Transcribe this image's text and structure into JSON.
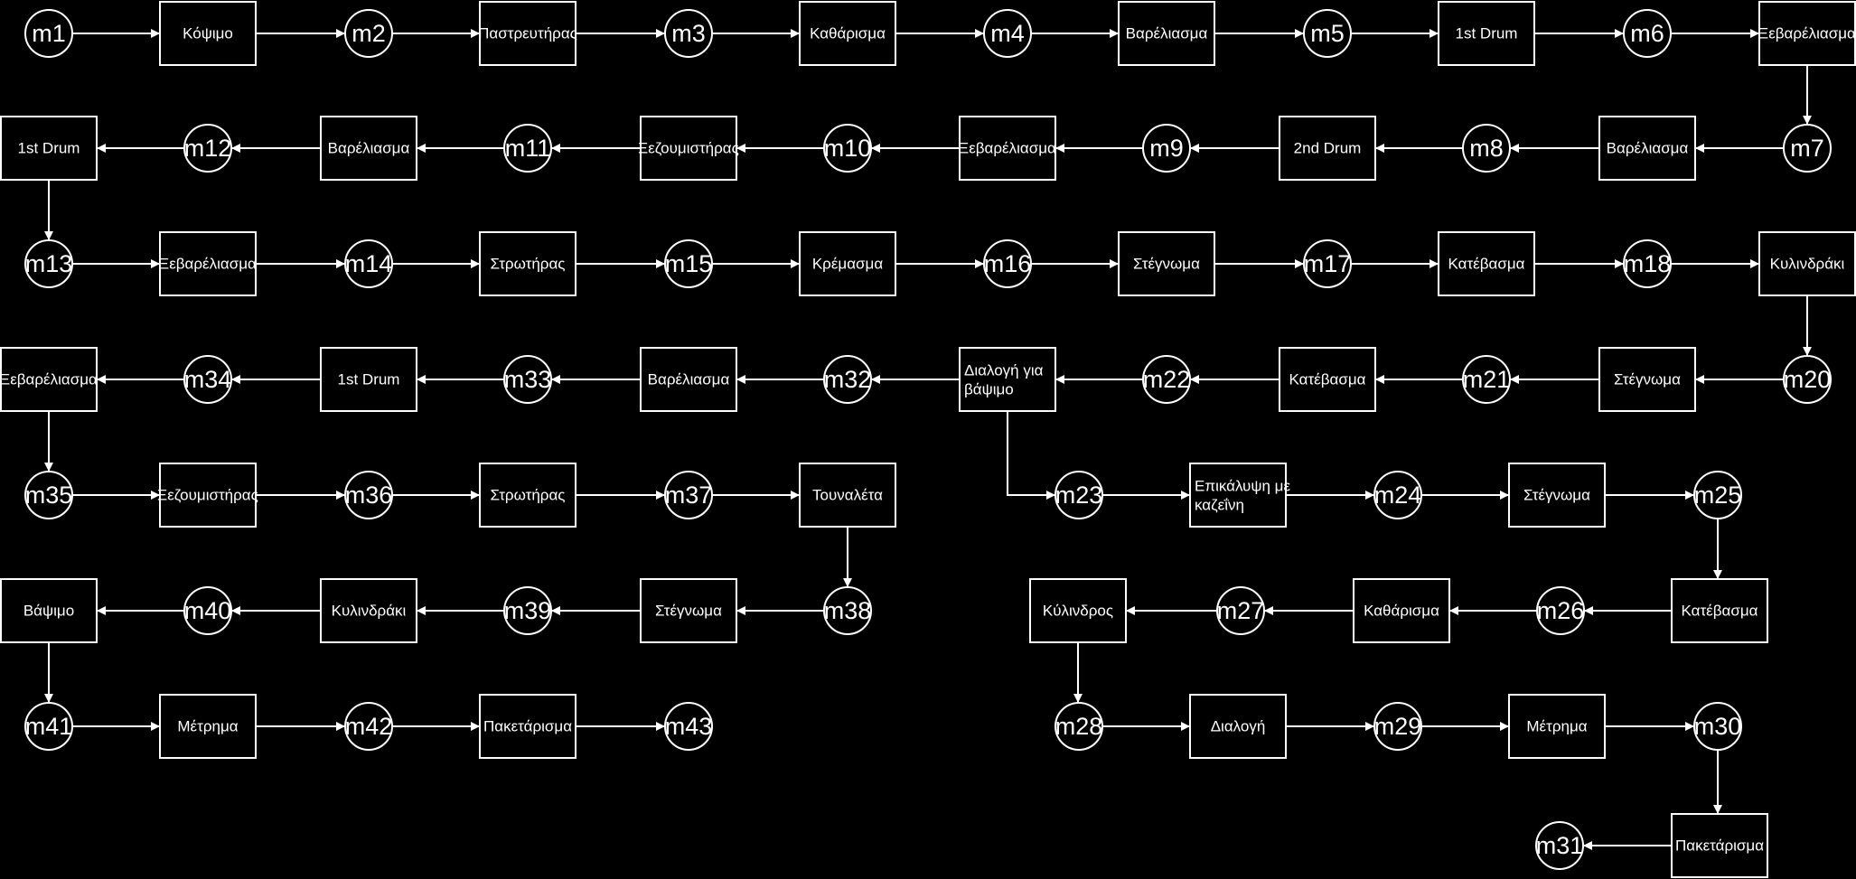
{
  "diagram": {
    "nodes": [
      {
        "id": "m1",
        "kind": "state",
        "label": "m1"
      },
      {
        "id": "r_1_1",
        "kind": "process",
        "label": "Κόψιμο"
      },
      {
        "id": "m2",
        "kind": "state",
        "label": "m2"
      },
      {
        "id": "r_1_2",
        "kind": "process",
        "label": "Παστρευτήρας"
      },
      {
        "id": "m3",
        "kind": "state",
        "label": "m3"
      },
      {
        "id": "r_1_3",
        "kind": "process",
        "label": "Καθάρισμα"
      },
      {
        "id": "m4",
        "kind": "state",
        "label": "m4"
      },
      {
        "id": "r_1_4",
        "kind": "process",
        "label": "Βαρέλιασμα"
      },
      {
        "id": "m5",
        "kind": "state",
        "label": "m5"
      },
      {
        "id": "r_1_5",
        "kind": "process",
        "label": "1st Drum"
      },
      {
        "id": "m6",
        "kind": "state",
        "label": "m6"
      },
      {
        "id": "r_1_6",
        "kind": "process",
        "label": "Ξεβαρέλιασμα"
      },
      {
        "id": "m7",
        "kind": "state",
        "label": "m7"
      },
      {
        "id": "r_2_1",
        "kind": "process",
        "label": "Βαρέλιασμα"
      },
      {
        "id": "m8",
        "kind": "state",
        "label": "m8"
      },
      {
        "id": "r_2_2",
        "kind": "process",
        "label": "2nd Drum"
      },
      {
        "id": "m9",
        "kind": "state",
        "label": "m9"
      },
      {
        "id": "r_2_3",
        "kind": "process",
        "label": "Ξεβαρέλιασμα"
      },
      {
        "id": "m10",
        "kind": "state",
        "label": "m10"
      },
      {
        "id": "r_2_4",
        "kind": "process",
        "label": "Ξεζουμιστήρας"
      },
      {
        "id": "m11",
        "kind": "state",
        "label": "m11"
      },
      {
        "id": "r_2_5",
        "kind": "process",
        "label": "Βαρέλιασμα"
      },
      {
        "id": "m12",
        "kind": "state",
        "label": "m12"
      },
      {
        "id": "r_2_6",
        "kind": "process",
        "label": "1st Drum"
      },
      {
        "id": "m13",
        "kind": "state",
        "label": "m13"
      },
      {
        "id": "r_3_1",
        "kind": "process",
        "label": "Ξεβαρέλιασμα"
      },
      {
        "id": "m14",
        "kind": "state",
        "label": "m14"
      },
      {
        "id": "r_3_2",
        "kind": "process",
        "label": "Στρωτήρας"
      },
      {
        "id": "m15",
        "kind": "state",
        "label": "m15"
      },
      {
        "id": "r_3_3",
        "kind": "process",
        "label": "Κρέμασμα"
      },
      {
        "id": "m16",
        "kind": "state",
        "label": "m16"
      },
      {
        "id": "r_3_4",
        "kind": "process",
        "label": "Στέγνωμα"
      },
      {
        "id": "m17",
        "kind": "state",
        "label": "m17"
      },
      {
        "id": "r_3_5",
        "kind": "process",
        "label": "Κατέβασμα"
      },
      {
        "id": "m18",
        "kind": "state",
        "label": "m18"
      },
      {
        "id": "r_3_6",
        "kind": "process",
        "label": "Κυλινδράκι"
      },
      {
        "id": "m20",
        "kind": "state",
        "label": "m20"
      },
      {
        "id": "r_4_1",
        "kind": "process",
        "label": "Στέγνωμα"
      },
      {
        "id": "m21",
        "kind": "state",
        "label": "m21"
      },
      {
        "id": "r_4_2",
        "kind": "process",
        "label": "Κατέβασμα"
      },
      {
        "id": "m22",
        "kind": "state",
        "label": "m22"
      },
      {
        "id": "r_4_3",
        "kind": "process",
        "label": "Διαλογή για βάψιμο",
        "lines": [
          "Διαλογή για",
          "βάψιμο"
        ]
      },
      {
        "id": "m32",
        "kind": "state",
        "label": "m32"
      },
      {
        "id": "r_4_4",
        "kind": "process",
        "label": "Βαρέλιασμα"
      },
      {
        "id": "m33",
        "kind": "state",
        "label": "m33"
      },
      {
        "id": "r_4_5",
        "kind": "process",
        "label": "1st Drum"
      },
      {
        "id": "m34",
        "kind": "state",
        "label": "m34"
      },
      {
        "id": "r_4_6",
        "kind": "process",
        "label": "Ξεβαρέλιασμα"
      },
      {
        "id": "m35",
        "kind": "state",
        "label": "m35"
      },
      {
        "id": "r_5_1",
        "kind": "process",
        "label": "Ξεζουμιστήρας"
      },
      {
        "id": "m36",
        "kind": "state",
        "label": "m36"
      },
      {
        "id": "r_5_2",
        "kind": "process",
        "label": "Στρωτήρας"
      },
      {
        "id": "m37",
        "kind": "state",
        "label": "m37"
      },
      {
        "id": "r_5_3",
        "kind": "process",
        "label": "Τουναλέτα"
      },
      {
        "id": "m38",
        "kind": "state",
        "label": "m38"
      },
      {
        "id": "r_6_1",
        "kind": "process",
        "label": "Στέγνωμα"
      },
      {
        "id": "m39",
        "kind": "state",
        "label": "m39"
      },
      {
        "id": "r_6_2",
        "kind": "process",
        "label": "Κυλινδράκι"
      },
      {
        "id": "m40",
        "kind": "state",
        "label": "m40"
      },
      {
        "id": "r_6_3",
        "kind": "process",
        "label": "Βάψιμο"
      },
      {
        "id": "m41",
        "kind": "state",
        "label": "m41"
      },
      {
        "id": "r_7_1",
        "kind": "process",
        "label": "Μέτρημα"
      },
      {
        "id": "m42",
        "kind": "state",
        "label": "m42"
      },
      {
        "id": "r_7_2",
        "kind": "process",
        "label": "Πακετάρισμα"
      },
      {
        "id": "m43",
        "kind": "state",
        "label": "m43"
      },
      {
        "id": "m23",
        "kind": "state",
        "label": "m23"
      },
      {
        "id": "r_b1_1",
        "kind": "process",
        "label": "Επικάλυψη με καζεΐνη",
        "lines": [
          "Επικάλυψη με",
          "καζεΐνη"
        ]
      },
      {
        "id": "m24",
        "kind": "state",
        "label": "m24"
      },
      {
        "id": "r_b1_2",
        "kind": "process",
        "label": "Στέγνωμα"
      },
      {
        "id": "m25",
        "kind": "state",
        "label": "m25"
      },
      {
        "id": "r_b2_1",
        "kind": "process",
        "label": "Κατέβασμα"
      },
      {
        "id": "m26",
        "kind": "state",
        "label": "m26"
      },
      {
        "id": "r_b2_2",
        "kind": "process",
        "label": "Καθάρισμα"
      },
      {
        "id": "m27",
        "kind": "state",
        "label": "m27"
      },
      {
        "id": "r_b2_3",
        "kind": "process",
        "label": "Κύλινδρος"
      },
      {
        "id": "m28",
        "kind": "state",
        "label": "m28"
      },
      {
        "id": "r_b3_1",
        "kind": "process",
        "label": "Διαλογή"
      },
      {
        "id": "m29",
        "kind": "state",
        "label": "m29"
      },
      {
        "id": "r_b3_2",
        "kind": "process",
        "label": "Μέτρημα"
      },
      {
        "id": "m30",
        "kind": "state",
        "label": "m30"
      },
      {
        "id": "r_b4_1",
        "kind": "process",
        "label": "Πακετάρισμα"
      },
      {
        "id": "m31",
        "kind": "state",
        "label": "m31"
      }
    ],
    "edges": [
      [
        "m1",
        "r_1_1"
      ],
      [
        "r_1_1",
        "m2"
      ],
      [
        "m2",
        "r_1_2"
      ],
      [
        "r_1_2",
        "m3"
      ],
      [
        "m3",
        "r_1_3"
      ],
      [
        "r_1_3",
        "m4"
      ],
      [
        "m4",
        "r_1_4"
      ],
      [
        "r_1_4",
        "m5"
      ],
      [
        "m5",
        "r_1_5"
      ],
      [
        "r_1_5",
        "m6"
      ],
      [
        "m6",
        "r_1_6"
      ],
      [
        "r_1_6",
        "m7"
      ],
      [
        "m7",
        "r_2_1"
      ],
      [
        "r_2_1",
        "m8"
      ],
      [
        "m8",
        "r_2_2"
      ],
      [
        "r_2_2",
        "m9"
      ],
      [
        "m9",
        "r_2_3"
      ],
      [
        "r_2_3",
        "m10"
      ],
      [
        "m10",
        "r_2_4"
      ],
      [
        "r_2_4",
        "m11"
      ],
      [
        "m11",
        "r_2_5"
      ],
      [
        "r_2_5",
        "m12"
      ],
      [
        "m12",
        "r_2_6"
      ],
      [
        "r_2_6",
        "m13"
      ],
      [
        "m13",
        "r_3_1"
      ],
      [
        "r_3_1",
        "m14"
      ],
      [
        "m14",
        "r_3_2"
      ],
      [
        "r_3_2",
        "m15"
      ],
      [
        "m15",
        "r_3_3"
      ],
      [
        "r_3_3",
        "m16"
      ],
      [
        "m16",
        "r_3_4"
      ],
      [
        "r_3_4",
        "m17"
      ],
      [
        "m17",
        "r_3_5"
      ],
      [
        "r_3_5",
        "m18"
      ],
      [
        "m18",
        "r_3_6"
      ],
      [
        "r_3_6",
        "m20"
      ],
      [
        "m20",
        "r_4_1"
      ],
      [
        "r_4_1",
        "m21"
      ],
      [
        "m21",
        "r_4_2"
      ],
      [
        "r_4_2",
        "m22"
      ],
      [
        "m22",
        "r_4_3"
      ],
      [
        "r_4_3",
        "m32"
      ],
      [
        "m32",
        "r_4_4"
      ],
      [
        "r_4_4",
        "m33"
      ],
      [
        "m33",
        "r_4_5"
      ],
      [
        "r_4_5",
        "m34"
      ],
      [
        "m34",
        "r_4_6"
      ],
      [
        "r_4_6",
        "m35"
      ],
      [
        "m35",
        "r_5_1"
      ],
      [
        "r_5_1",
        "m36"
      ],
      [
        "m36",
        "r_5_2"
      ],
      [
        "r_5_2",
        "m37"
      ],
      [
        "m37",
        "r_5_3"
      ],
      [
        "r_5_3",
        "m38"
      ],
      [
        "m38",
        "r_6_1"
      ],
      [
        "r_6_1",
        "m39"
      ],
      [
        "m39",
        "r_6_2"
      ],
      [
        "r_6_2",
        "m40"
      ],
      [
        "m40",
        "r_6_3"
      ],
      [
        "r_6_3",
        "m41"
      ],
      [
        "m41",
        "r_7_1"
      ],
      [
        "r_7_1",
        "m42"
      ],
      [
        "m42",
        "r_7_2"
      ],
      [
        "r_7_2",
        "m43"
      ],
      [
        "r_4_3",
        "m23"
      ],
      [
        "m23",
        "r_b1_1"
      ],
      [
        "r_b1_1",
        "m24"
      ],
      [
        "m24",
        "r_b1_2"
      ],
      [
        "r_b1_2",
        "m25"
      ],
      [
        "m25",
        "r_b2_1"
      ],
      [
        "r_b2_1",
        "m26"
      ],
      [
        "m26",
        "r_b2_2"
      ],
      [
        "r_b2_2",
        "m27"
      ],
      [
        "m27",
        "r_b2_3"
      ],
      [
        "r_b2_3",
        "m28"
      ],
      [
        "m28",
        "r_b3_1"
      ],
      [
        "r_b3_1",
        "m29"
      ],
      [
        "m29",
        "r_b3_2"
      ],
      [
        "r_b3_2",
        "m30"
      ],
      [
        "m30",
        "r_b4_1"
      ],
      [
        "r_b4_1",
        "m31"
      ]
    ]
  }
}
